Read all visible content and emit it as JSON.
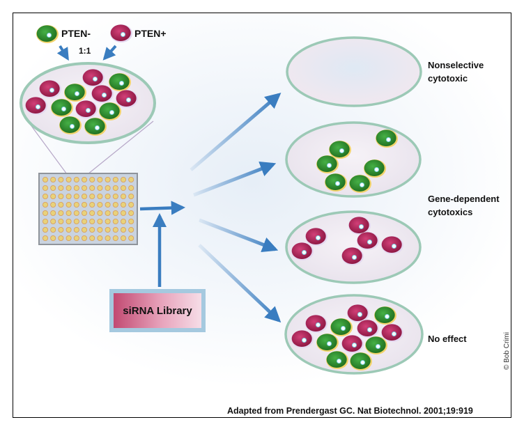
{
  "pten_minus_label": "PTEN-",
  "pten_plus_label": "PTEN+",
  "ratio_label": "1:1",
  "library_label": "siRNA Library",
  "outcomes": [
    "Nonselective\ncytotoxic",
    "Gene-dependent\ncytotoxics",
    "No effect"
  ],
  "credit": "© Bob Crimi",
  "citation": "Adapted from Prendergast GC. Nat Biotechnol. 2001;19:919",
  "colors": {
    "pten_minus_cell": "#2e8b2e",
    "pten_plus_cell": "#b0225a",
    "arrow": "#3a7dc0",
    "dish_border": "#9cc9b6",
    "dish_fill": "#eeeaf2",
    "plate_fill": "#c9d3e0",
    "well_fill": "#e8d27a"
  }
}
